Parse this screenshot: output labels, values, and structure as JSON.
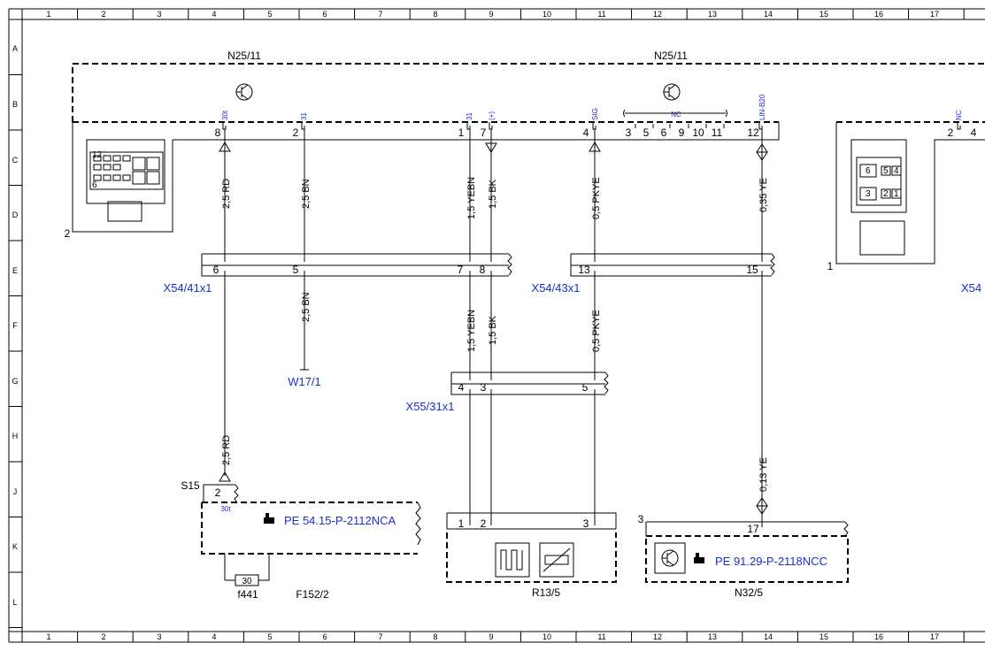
{
  "grid": {
    "columns": [
      "1",
      "2",
      "3",
      "4",
      "5",
      "6",
      "7",
      "8",
      "9",
      "10",
      "11",
      "12",
      "13",
      "14",
      "15",
      "16",
      "17"
    ],
    "rows": [
      "A",
      "B",
      "C",
      "D",
      "E",
      "F",
      "G",
      "H",
      "J",
      "K",
      "L"
    ]
  },
  "components": {
    "n25_left": "N25/11",
    "n25_right": "N25/11",
    "connector_left_index": "2",
    "connector_right_index": "1",
    "x54_41": "X54/41x1",
    "x54_43": "X54/43x1",
    "x54_cut": "X54",
    "x55": "X55/31x1",
    "w17": "W17/1",
    "s15": "S15",
    "f441": "f441",
    "f152": "F152/2",
    "r13": "R13/5",
    "n32": "N32/5",
    "n32_index": "3",
    "fuse_value": "30"
  },
  "references": {
    "pe_left": "PE 54.15-P-2112NCA",
    "pe_right": "PE 91.29-P-2118NCC"
  },
  "pins": {
    "p8": "8",
    "p2": "2",
    "p1": "1",
    "p7": "7",
    "p4": "4",
    "nc_pins": [
      "3",
      "5",
      "6",
      "9",
      "10",
      "11"
    ],
    "p12": "12",
    "p2r": "2",
    "p4r": "4",
    "x41_6": "6",
    "x41_5": "5",
    "x41_7": "7",
    "x41_8": "8",
    "x43_13": "13",
    "x43_15": "15",
    "x55_4": "4",
    "x55_3": "3",
    "x55_5": "5",
    "s15_2": "2",
    "r13_1": "1",
    "r13_2": "2",
    "r13_3": "3",
    "n32_17": "17",
    "conn_left_12": "12",
    "conn_left_6": "6",
    "conn_right_6": "6",
    "conn_right_5": "5",
    "conn_right_4": "4",
    "conn_right_3": "3",
    "conn_right_2": "2",
    "conn_right_1": "1"
  },
  "signals": {
    "s30t": "30t",
    "s31a": "31",
    "s31b": "31",
    "splus": "(+)",
    "ssig": "SIG",
    "snc": "NC",
    "slin": "LIN-B20",
    "sncr": "NC",
    "s30t_s15": "30t"
  },
  "wires": {
    "w_rd_top": "2,5 RD",
    "w_bn_top": "2,5 BN",
    "w_yebn_top": "1,5 YEBN",
    "w_bk_top": "1,5 BK",
    "w_pkye_top": "0,5 PKYE",
    "w_ye_top": "0,35 YE",
    "w_bn_mid": "2,5 BN",
    "w_yebn_mid": "1,5 YEBN",
    "w_bk_mid": "1,5 BK",
    "w_pkye_mid": "0,5 PKYE",
    "w_rd_low": "2,5 RD",
    "w_ye_low": "0,13 YE"
  },
  "icons": [
    "transistor-icon",
    "heater-element-icon",
    "thermistor-icon",
    "hand-pointer-icon",
    "connector-housing-icon"
  ]
}
